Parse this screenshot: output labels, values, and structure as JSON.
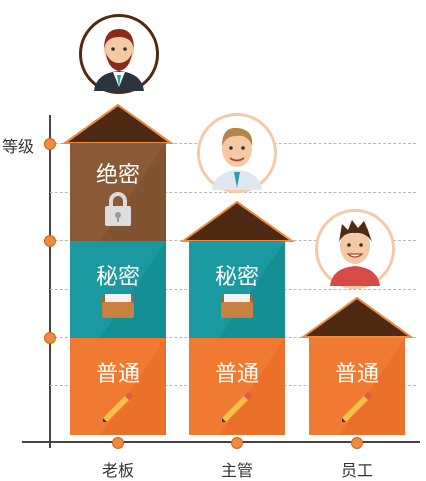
{
  "y_axis_label": "等级",
  "categories": [
    "老板",
    "主管",
    "员工"
  ],
  "levels": {
    "top_secret": "绝密",
    "secret": "秘密",
    "normal": "普通"
  },
  "icons": [
    "lock-icon",
    "folder-icon",
    "pencil-icon"
  ],
  "colors": {
    "top_secret": "#8a5a36",
    "secret": "#1a9aa0",
    "normal": "#f07a32",
    "roof": "#4e2a14",
    "roof_outline": "#f08a3c",
    "axis": "#444444",
    "dot": "#f08a3c"
  }
}
